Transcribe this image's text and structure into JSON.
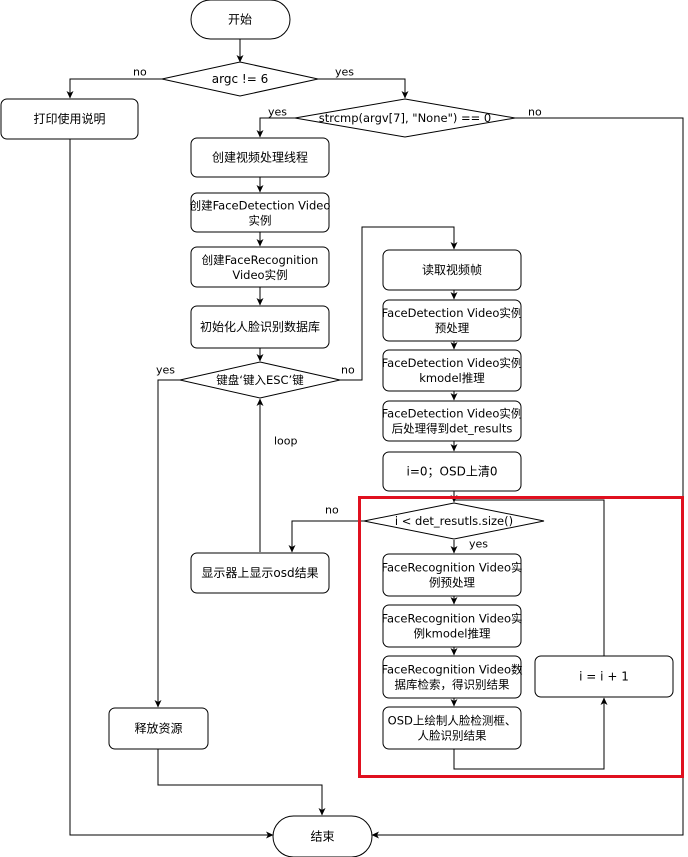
{
  "nodes": {
    "start": "开始",
    "argc_check": "argc != 6",
    "print_usage": "打印使用说明",
    "strcmp_check": "strcmp(argv[7], \"None\") == 0",
    "create_thread": "创建视频处理线程",
    "create_fd_1": "创建FaceDetection Video",
    "create_fd_2": "实例",
    "create_fr_1": "创建FaceRecognition",
    "create_fr_2": "Video实例",
    "init_db": "初始化人脸识别数据库",
    "esc_check": "键盘‘键入ESC’键",
    "display_osd": "显示器上显示osd结果",
    "release": "释放资源",
    "end": "结束",
    "read_frame": "读取视频帧",
    "fd_pre_1": "FaceDetection Video实例",
    "fd_pre_2": "预处理",
    "fd_infer_1": "FaceDetection Video实例",
    "fd_infer_2": "kmodel推理",
    "fd_post_1": "FaceDetection Video实例",
    "fd_post_2": "后处理得到det_results",
    "init_i": "i=0；OSD上清0",
    "loop_check": "i < det_resutls.size()",
    "fr_pre_1": "FaceRecognition Video实",
    "fr_pre_2": "例预处理",
    "fr_infer_1": "FaceRecognition Video实",
    "fr_infer_2": "例kmodel推理",
    "fr_search_1": "FaceRecognition Video数",
    "fr_search_2": "据库检索，得识别结果",
    "osd_draw_1": "OSD上绘制人脸检测框、",
    "osd_draw_2": "人脸识别结果",
    "increment": "i = i + 1"
  },
  "edge_labels": {
    "argc_no": "no",
    "argc_yes": "yes",
    "strcmp_yes": "yes",
    "strcmp_no": "no",
    "esc_yes": "yes",
    "esc_no": "no",
    "loop_label": "loop",
    "loop_no": "no",
    "loop_yes": "yes"
  },
  "colors": {
    "highlight": "#e0101f",
    "stroke": "#000000",
    "fill": "#ffffff"
  }
}
